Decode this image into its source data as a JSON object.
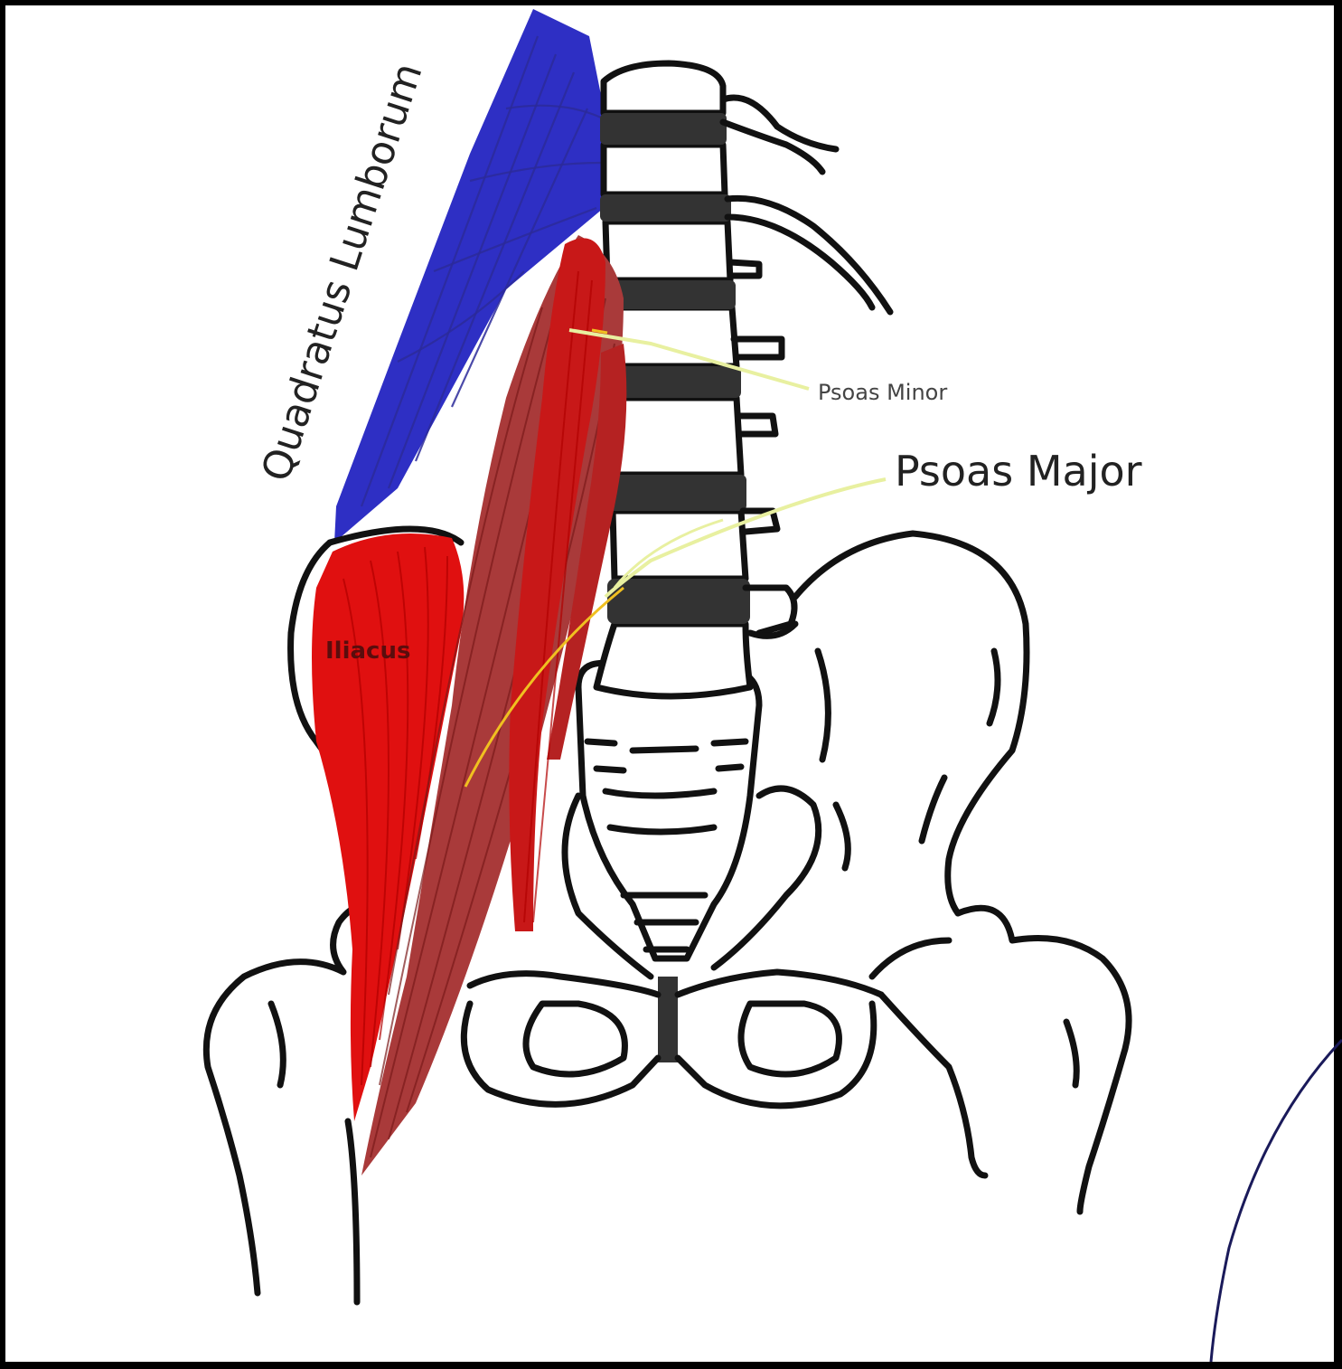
{
  "labels": {
    "quadratus": "Quadratus Lumborum",
    "psoas_minor": "Psoas Minor",
    "psoas_major": "Psoas Major",
    "iliacus": "Iliacus"
  },
  "colors": {
    "background": "#ffffff",
    "frame": "#000000",
    "quadratus_lumborum": "#2e2fc4",
    "iliacus": "#e01010",
    "psoas_major": "#a93a3a",
    "psoas_minor": "#c81818",
    "pointer": "#e8f0a0",
    "bone_outline": "#111111"
  }
}
